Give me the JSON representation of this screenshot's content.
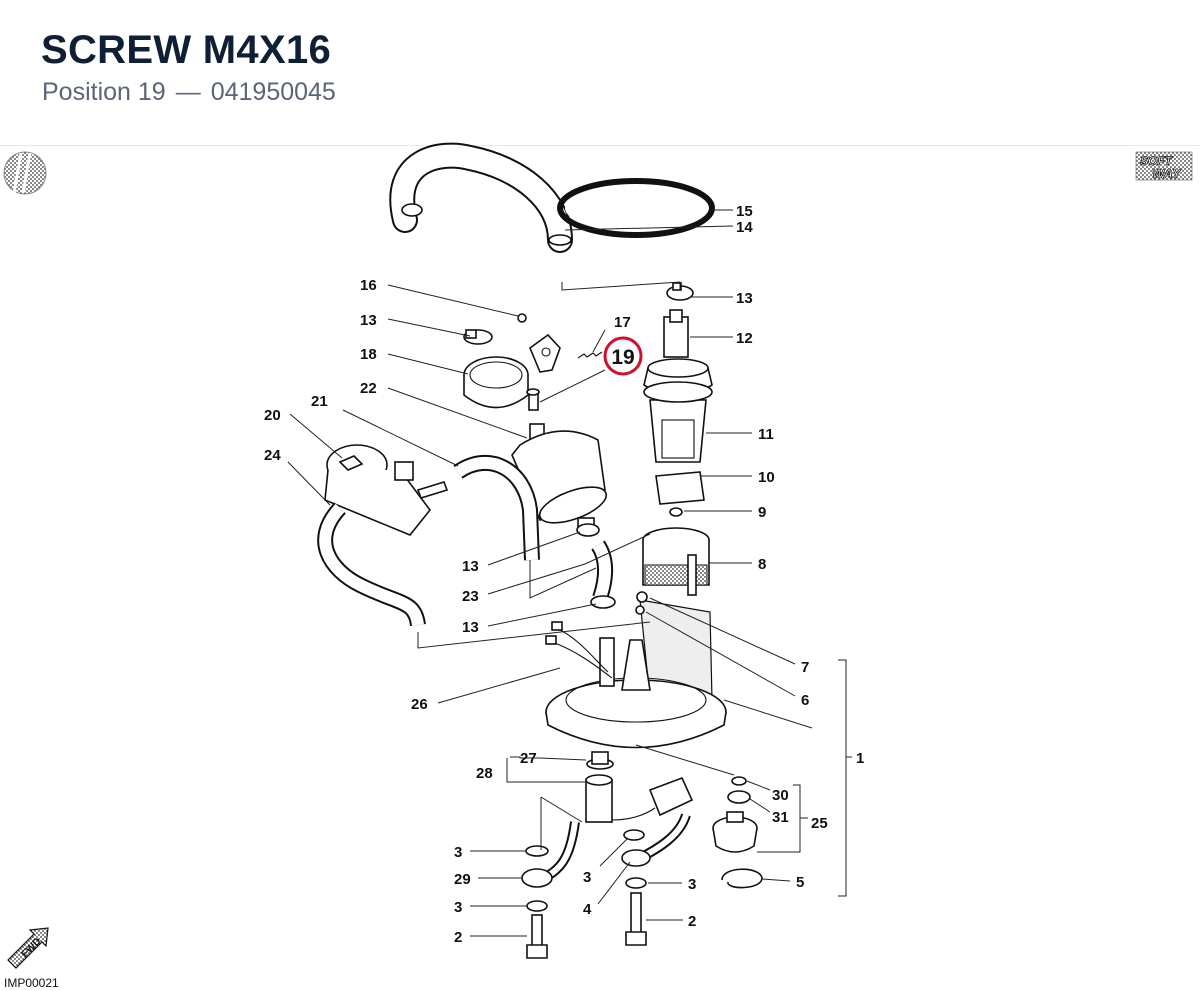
{
  "header": {
    "title": "SCREW M4X16",
    "position_label": "Position 19",
    "separator": "—",
    "part_number": "041950045"
  },
  "diagram": {
    "highlighted_position": "19",
    "reference_code": "IMP00021",
    "fwd_label": "FWD",
    "brand_logo": [
      "SOFT",
      "WAY"
    ],
    "callouts": [
      "1",
      "2",
      "3",
      "4",
      "5",
      "6",
      "7",
      "8",
      "9",
      "10",
      "11",
      "12",
      "13",
      "14",
      "15",
      "16",
      "17",
      "18",
      "19",
      "20",
      "21",
      "22",
      "23",
      "24",
      "25",
      "26",
      "27",
      "28",
      "29",
      "30",
      "31"
    ]
  }
}
